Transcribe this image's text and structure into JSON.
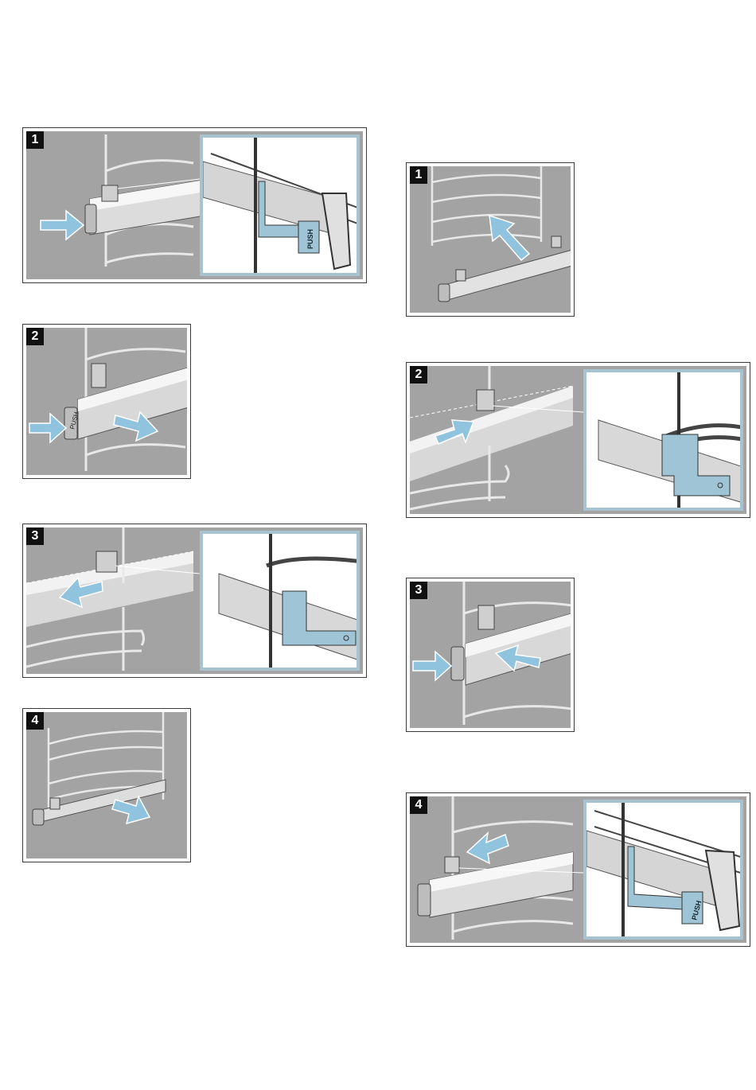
{
  "push_label": "PUSH",
  "colors": {
    "background": "#a3a3a3",
    "arrow": "#8fc3de",
    "clip": "#9ec4d6",
    "inset_border": "#a7c3cf"
  },
  "left_column": {
    "steps": [
      {
        "number": "1",
        "has_detail_inset": true
      },
      {
        "number": "2",
        "has_detail_inset": false
      },
      {
        "number": "3",
        "has_detail_inset": true
      },
      {
        "number": "4",
        "has_detail_inset": false
      }
    ]
  },
  "right_column": {
    "steps": [
      {
        "number": "1",
        "has_detail_inset": false
      },
      {
        "number": "2",
        "has_detail_inset": true
      },
      {
        "number": "3",
        "has_detail_inset": false
      },
      {
        "number": "4",
        "has_detail_inset": true
      }
    ]
  }
}
